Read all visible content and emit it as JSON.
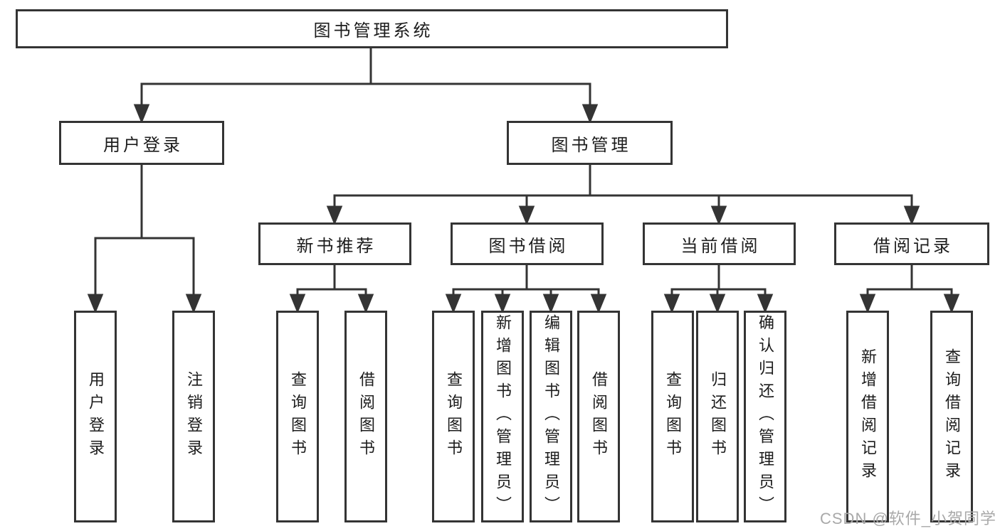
{
  "diagram": {
    "root": {
      "label": "图书管理系统"
    },
    "level2": {
      "user_login": {
        "label": "用户登录"
      },
      "book_management": {
        "label": "图书管理"
      }
    },
    "level3": {
      "new_book_recommend": {
        "label": "新书推荐"
      },
      "book_borrow": {
        "label": "图书借阅"
      },
      "current_borrow": {
        "label": "当前借阅"
      },
      "borrow_records": {
        "label": "借阅记录"
      }
    },
    "leaves": {
      "user": [
        "用户登录",
        "注销登录"
      ],
      "recommend": [
        "查询图书",
        "借阅图书"
      ],
      "borrow": [
        "查询图书",
        "新增图书（管理员）",
        "编辑图书（管理员）",
        "借阅图书"
      ],
      "current": [
        "查询图书",
        "归还图书",
        "确认归还（管理员）"
      ],
      "records": [
        "新增借阅记录",
        "查询借阅记录"
      ]
    },
    "watermark": "CSDN @软件_小贺同学",
    "colors": {
      "line": "#343434",
      "text": "#1c1c1c",
      "box_background": "#ffffff",
      "watermark": "#a9a9a9"
    }
  }
}
